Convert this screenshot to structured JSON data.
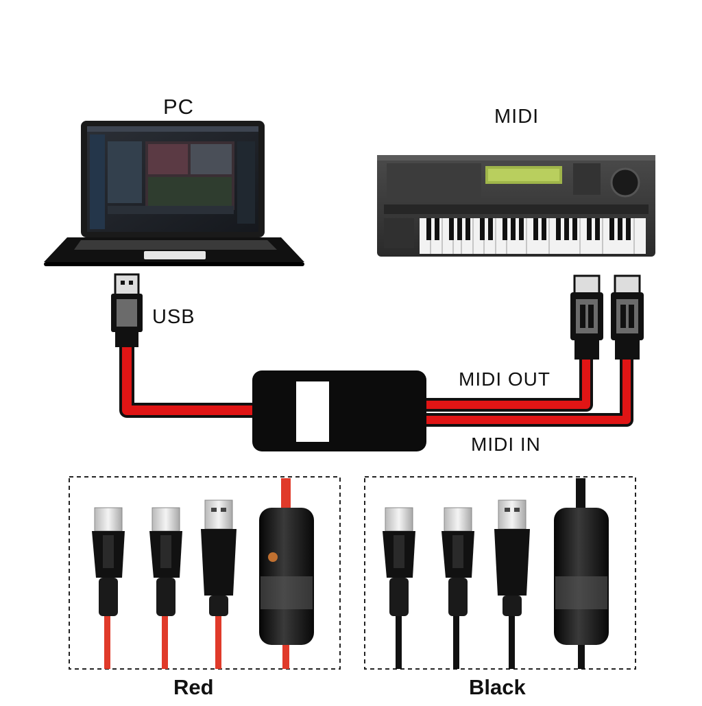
{
  "labels": {
    "pc": "PC",
    "midi": "MIDI",
    "usb": "USB",
    "midi_out": "MIDI OUT",
    "midi_in": "MIDI IN",
    "red": "Red",
    "black": "Black"
  },
  "colors": {
    "cable_red": "#e01515",
    "cable_black": "#111111",
    "interface_box": "#0c0c0c",
    "plug_gray": "#6b6b6b"
  },
  "icons": {
    "laptop": "laptop-icon",
    "keyboard": "midi-keyboard-icon",
    "usb_plug": "usb-plug-icon",
    "midi_plug": "midi-din-plug-icon",
    "interface": "midi-usb-interface-icon"
  }
}
